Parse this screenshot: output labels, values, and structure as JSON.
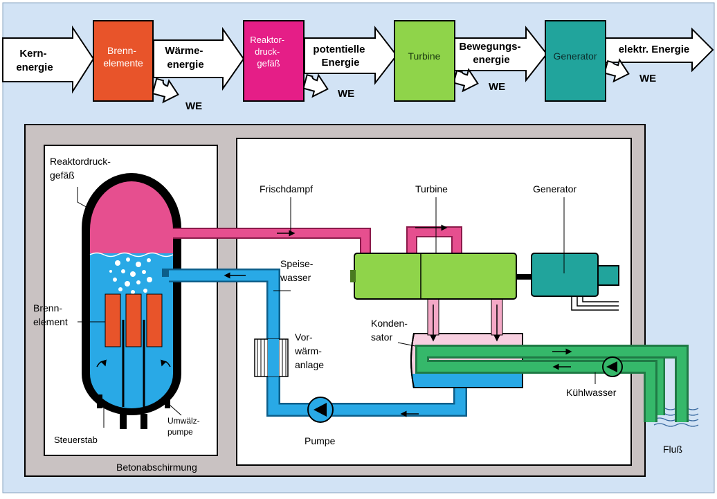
{
  "colors": {
    "background": "#d2e3f5",
    "concrete": "#c9c2c2",
    "brennelemente": "#e8542a",
    "reaktorgefaess": "#e51e87",
    "turbine": "#8fd44a",
    "generator": "#21a49c",
    "steam": "#e64f8f",
    "water": "#29a9e6",
    "cooling": "#35b86a"
  },
  "flow": {
    "kernenergie": [
      "Kern-",
      "energie"
    ],
    "waermeenergie": [
      "Wärme-",
      "energie"
    ],
    "potentielle": [
      "potentielle",
      "Energie"
    ],
    "bewegungsenergie": [
      "Bewegungs-",
      "energie"
    ],
    "elektr": [
      "elektr. Energie"
    ],
    "we": "WE",
    "boxes": {
      "brennelemente": [
        "Brenn-",
        "elemente"
      ],
      "reaktor": [
        "Reaktor-",
        "druck-",
        "gefäß"
      ],
      "turbine": [
        "Turbine"
      ],
      "generator": [
        "Generator"
      ]
    }
  },
  "plant": {
    "reaktordruckgefaess": [
      "Reaktordruck-",
      "gefäß"
    ],
    "brennelement": [
      "Brenn-",
      "element"
    ],
    "steuerstab": "Steuerstab",
    "umwaelzpumpe": [
      "Umwälz-",
      "pumpe"
    ],
    "frischdampf": "Frischdampf",
    "turbine": "Turbine",
    "generator": "Generator",
    "speisewasser": [
      "Speise-",
      "wasser"
    ],
    "vorwaermanlage": [
      "Vor-",
      "wärm-",
      "anlage"
    ],
    "kondensator": [
      "Konden-",
      "sator"
    ],
    "kuehlwasser": "Kühlwasser",
    "pumpe": "Pumpe",
    "fluss": "Fluß",
    "betonabschirmung": "Betonabschirmung"
  }
}
